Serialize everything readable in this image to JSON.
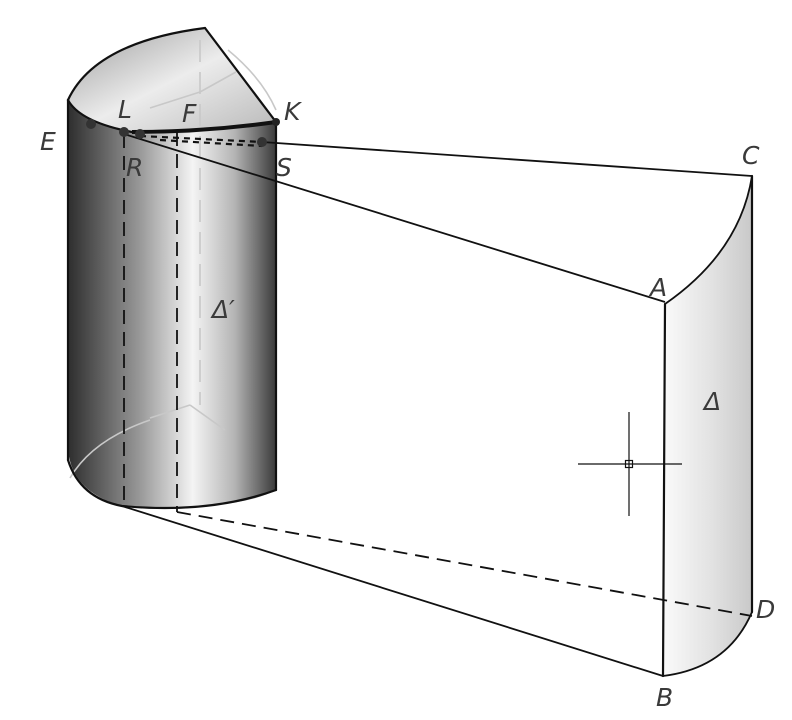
{
  "labels": {
    "E": "E",
    "L": "L",
    "F": "F",
    "K": "K",
    "R": "R",
    "S": "S",
    "C": "C",
    "A": "A",
    "B": "B",
    "D": "D",
    "delta_prime": "Δ′",
    "delta": "Δ"
  }
}
